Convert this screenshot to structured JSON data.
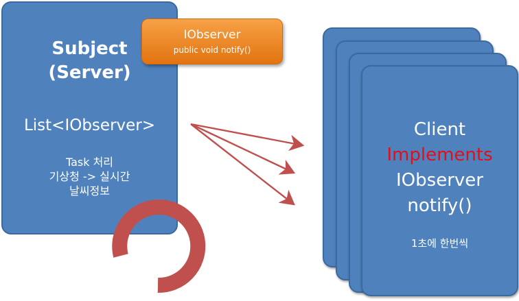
{
  "subject": {
    "title_line1": "Subject",
    "title_line2": "(Server)",
    "list": "List<IObserver>",
    "desc_line1": "Task 처리",
    "desc_line2": "기상청 -> 실시간",
    "desc_line3": "날씨정보"
  },
  "observer_tag": {
    "title": "IObserver",
    "method": "public void notify()"
  },
  "client": {
    "line1": "Client",
    "line2": "Implements",
    "line3": "IObserver",
    "line4": "notify()",
    "frequency": "1초에 한번씩"
  },
  "colors": {
    "box_fill": "#4f81bd",
    "tag_fill": "#f08a24",
    "arrow": "#c0504d",
    "implements_text": "#e0101a"
  }
}
